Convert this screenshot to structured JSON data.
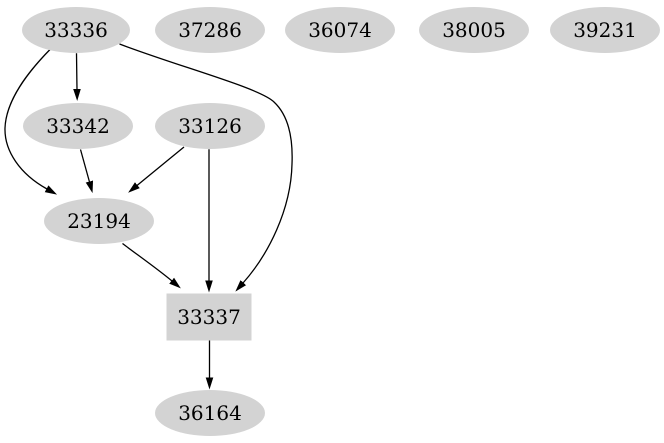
{
  "diagram": {
    "type": "directed-graph",
    "background_color": "#ffffff",
    "node_fill_color": "#d3d3d3",
    "node_text_color": "#000000",
    "edge_color": "#000000",
    "nodes": [
      {
        "id": "33336",
        "label": "33336",
        "shape": "ellipse"
      },
      {
        "id": "37286",
        "label": "37286",
        "shape": "ellipse"
      },
      {
        "id": "36074",
        "label": "36074",
        "shape": "ellipse"
      },
      {
        "id": "38005",
        "label": "38005",
        "shape": "ellipse"
      },
      {
        "id": "39231",
        "label": "39231",
        "shape": "ellipse"
      },
      {
        "id": "33342",
        "label": "33342",
        "shape": "ellipse"
      },
      {
        "id": "33126",
        "label": "33126",
        "shape": "ellipse"
      },
      {
        "id": "23194",
        "label": "23194",
        "shape": "ellipse"
      },
      {
        "id": "33337",
        "label": "33337",
        "shape": "box"
      },
      {
        "id": "36164",
        "label": "36164",
        "shape": "ellipse"
      }
    ],
    "edges": [
      {
        "from": "33336",
        "to": "33342"
      },
      {
        "from": "33336",
        "to": "23194"
      },
      {
        "from": "33336",
        "to": "33337"
      },
      {
        "from": "33342",
        "to": "23194"
      },
      {
        "from": "33126",
        "to": "23194"
      },
      {
        "from": "33126",
        "to": "33337"
      },
      {
        "from": "23194",
        "to": "33337"
      },
      {
        "from": "33337",
        "to": "36164"
      }
    ]
  }
}
